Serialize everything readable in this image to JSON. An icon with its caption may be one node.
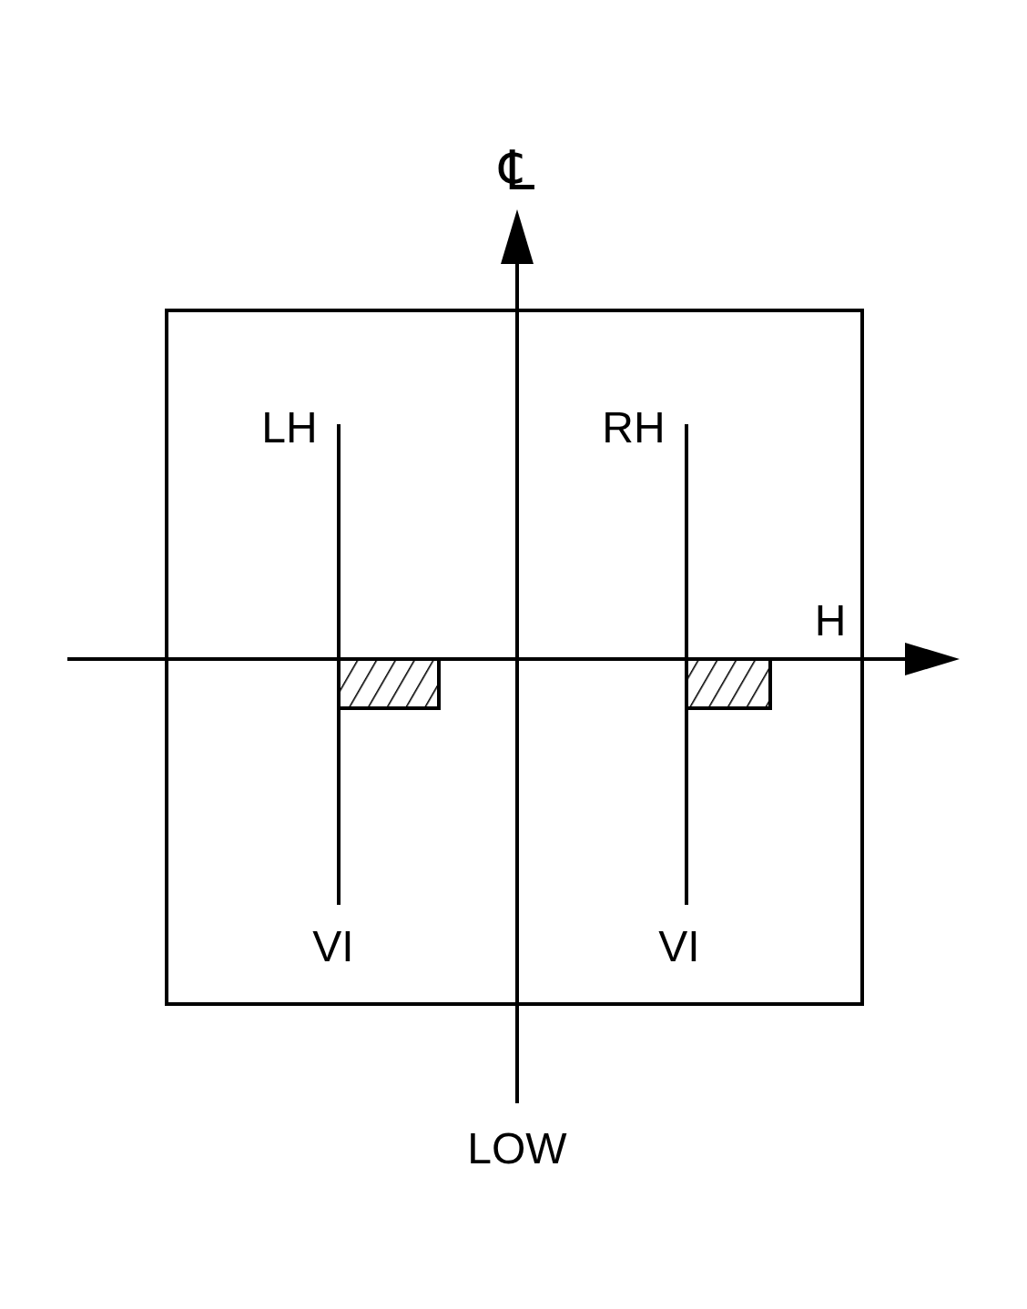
{
  "diagram": {
    "labels": [
      "℄",
      "LH",
      "RH",
      "H",
      "VI",
      "VI",
      "LOW"
    ]
  }
}
